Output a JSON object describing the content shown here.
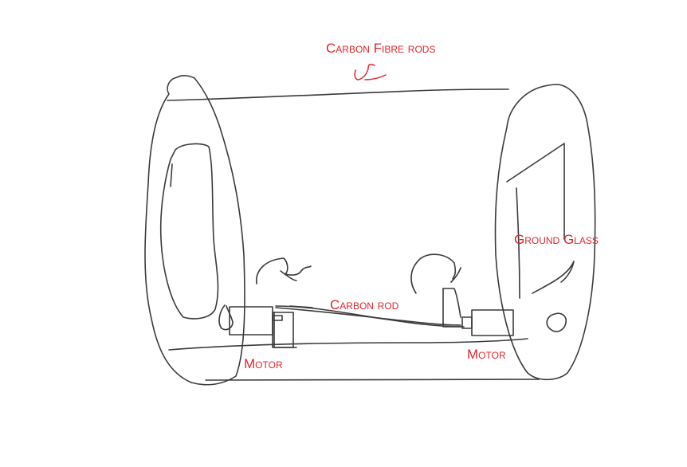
{
  "labels": {
    "carbon_fibre_rods": "Carbon Fibre rods",
    "carbon_rod": "Carbon rod",
    "ground_glass": "Ground Glass",
    "motor_left": "Motor",
    "motor_right": "Motor"
  },
  "colors": {
    "label": "#e0262b",
    "ink": "#3a3a3a",
    "background": "#ffffff"
  }
}
